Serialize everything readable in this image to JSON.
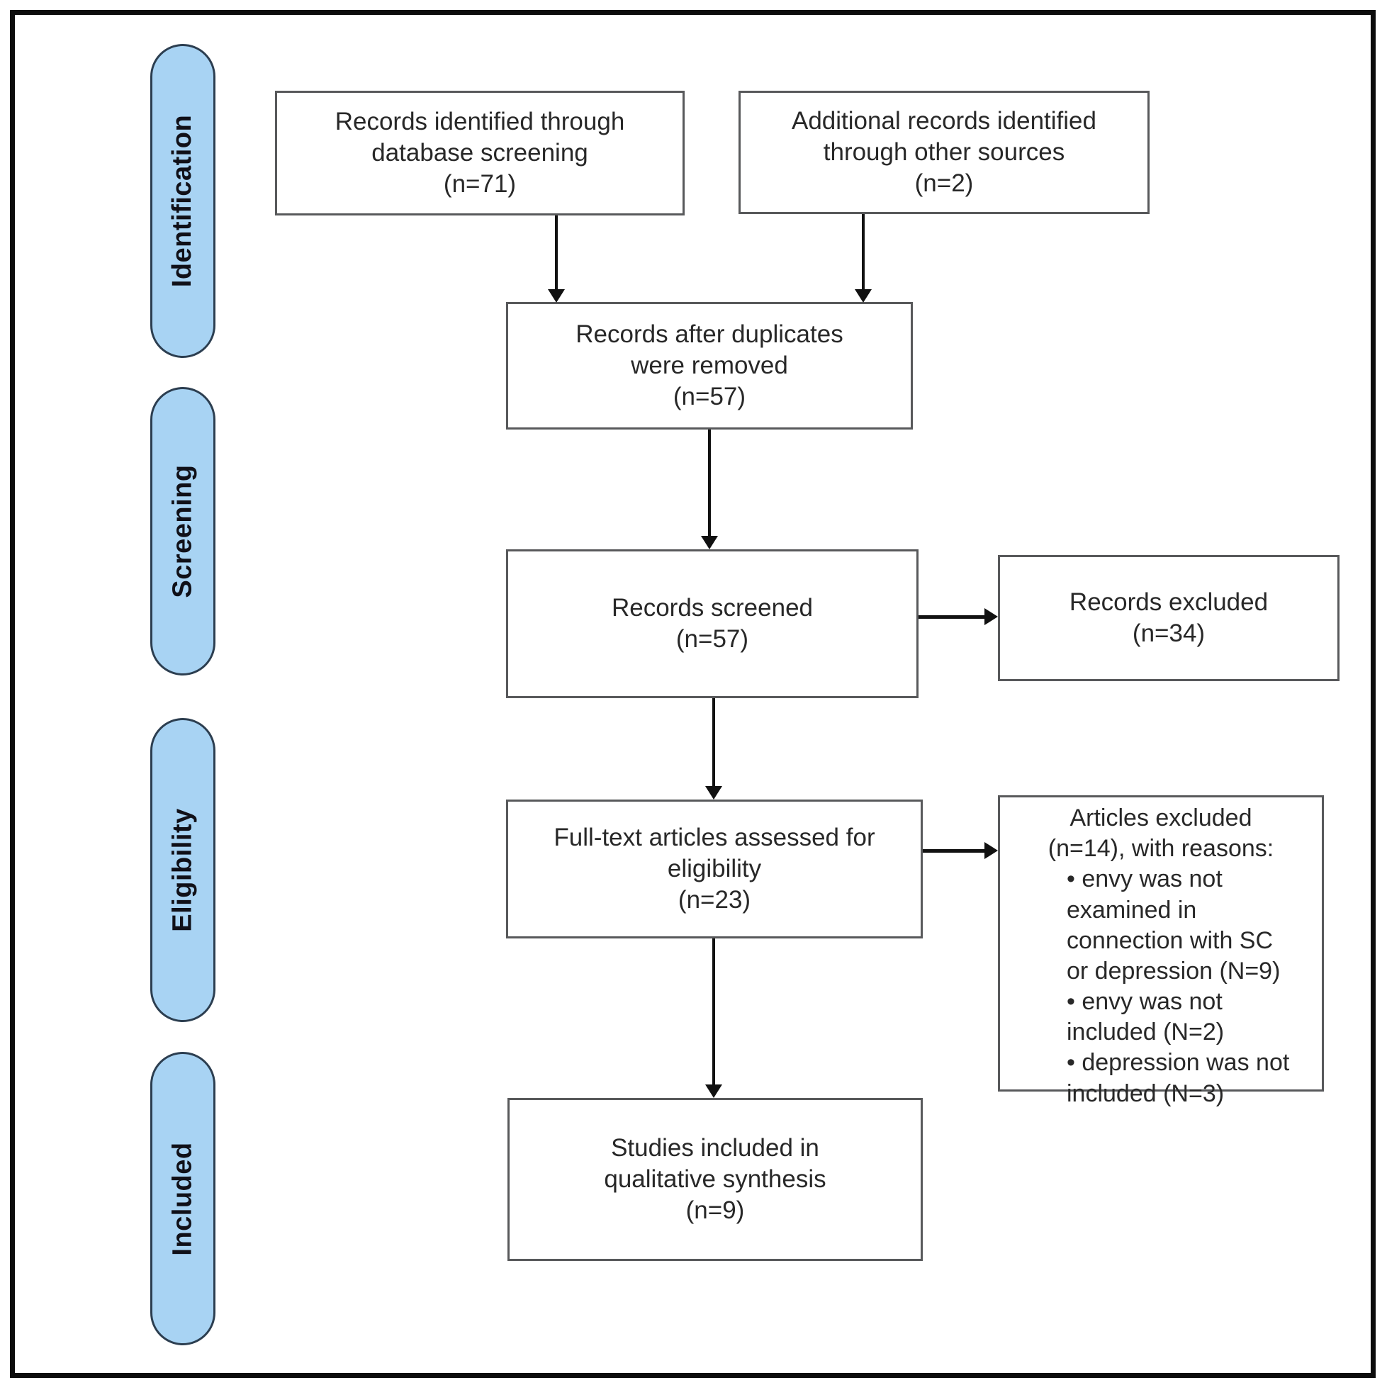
{
  "diagram": {
    "stages": [
      {
        "label": "Identification"
      },
      {
        "label": "Screening"
      },
      {
        "label": "Eligibility"
      },
      {
        "label": "Included"
      }
    ],
    "boxes": {
      "identified": {
        "text": "Records identified through\ndatabase screening\n(n=71)"
      },
      "additional": {
        "text": "Additional records identified\nthrough other sources\n(n=2)"
      },
      "duplicates": {
        "text": "Records after duplicates\nwere removed\n(n=57)"
      },
      "screened": {
        "text": "Records screened\n(n=57)"
      },
      "excluded": {
        "text": "Records excluded\n(n=34)"
      },
      "fulltext": {
        "text": "Full-text articles assessed for\neligibility\n(n=23)"
      },
      "reasons": {
        "heading": "Articles excluded\n(n=14), with reasons:",
        "body": "• envy was not\nexamined in\nconnection with SC\nor depression (N=9)\n• envy was not\nincluded (N=2)\n• depression was not\nincluded (N=3)"
      },
      "included": {
        "text": "Studies included in\nqualitative synthesis\n(n=9)"
      }
    },
    "colors": {
      "stage_fill": "#a8d3f3",
      "stage_border": "#2c3e50",
      "box_border": "#58595b",
      "arrow": "#111111",
      "frame": "#0c0c0c"
    }
  }
}
